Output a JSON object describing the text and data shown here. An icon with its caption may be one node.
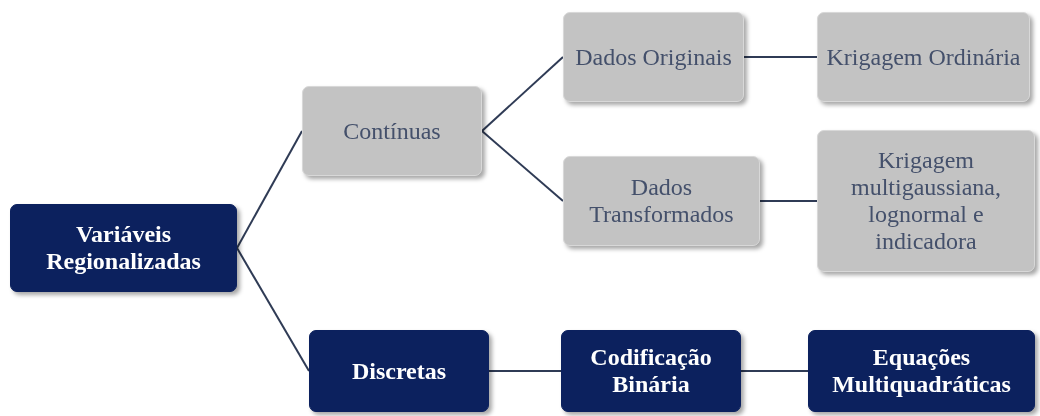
{
  "diagram": {
    "nodes": [
      {
        "text": [
          "Variáveis Regionalizadas"
        ]
      },
      {
        "text": [
          "Contínuas"
        ]
      },
      {
        "text": [
          "Dados Originais"
        ]
      },
      {
        "text": [
          "Krigagem Ordinária"
        ]
      },
      {
        "text": [
          "Dados Transformados"
        ]
      },
      {
        "text": [
          "Krigagem multigaussiana, lognormal e indicadora"
        ]
      },
      {
        "text": [
          "Discretas"
        ]
      },
      {
        "text": [
          "Codificação Binária"
        ]
      },
      {
        "text": [
          "Equações Multiquadráticas"
        ]
      }
    ],
    "edges": [
      {
        "from": 0,
        "to": 1,
        "arrow": "none"
      },
      {
        "from": 0,
        "to": 6,
        "arrow": "none"
      },
      {
        "from": 1,
        "to": 2,
        "arrow": "none"
      },
      {
        "from": 1,
        "to": 4,
        "arrow": "none"
      },
      {
        "from": 2,
        "to": 3,
        "arrow": "none"
      },
      {
        "from": 4,
        "to": 5,
        "arrow": "none"
      },
      {
        "from": 6,
        "to": 7,
        "arrow": "none"
      },
      {
        "from": 7,
        "to": 8,
        "arrow": "none"
      }
    ]
  }
}
